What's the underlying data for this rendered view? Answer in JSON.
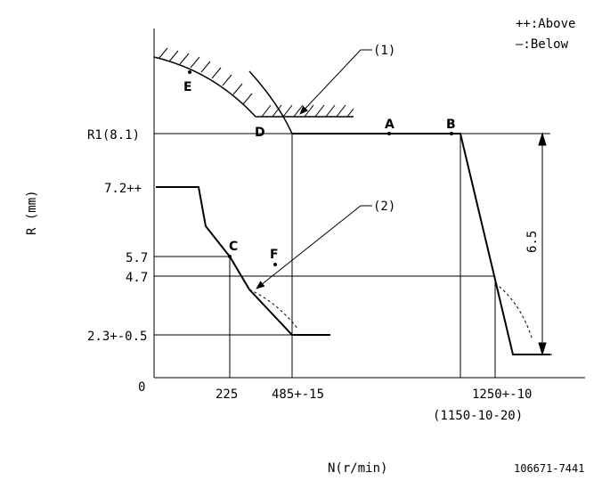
{
  "legend": {
    "above": "++:Above",
    "below": "—:Below"
  },
  "axes": {
    "y_label": "R (mm)",
    "x_label": "N(r/min)",
    "origin": "0"
  },
  "y_ticks": {
    "r1": "R1(8.1)",
    "v72": "7.2++",
    "v57": "5.7",
    "v47": "4.7",
    "v23": "2.3+-0.5"
  },
  "x_ticks": {
    "t225": "225",
    "t485": "485+-15",
    "t1250": "1250+-10",
    "t1150": "(1150-10-20)"
  },
  "callouts": {
    "c1": "(1)",
    "c2": "(2)"
  },
  "points": {
    "a": "A",
    "b": "B",
    "c": "C",
    "d": "D",
    "e": "E",
    "f": "F"
  },
  "dimension": "6.5",
  "doc_id": "106671-7441"
}
